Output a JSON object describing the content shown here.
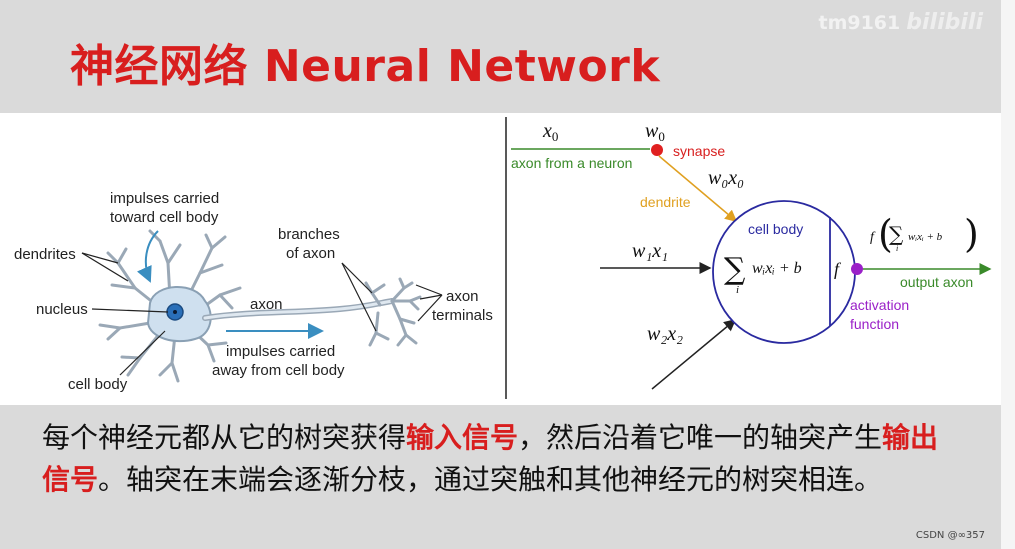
{
  "slide": {
    "title": "神经网络 Neural Network",
    "watermark_user": "tm9161",
    "watermark_brand": "bilibili",
    "csdn_mark": "CSDN @∞357"
  },
  "neuron_figure": {
    "labels": {
      "impulses_toward_1": "impulses carried",
      "impulses_toward_2": "toward cell body",
      "dendrites": "dendrites",
      "nucleus": "nucleus",
      "cell_body": "cell body",
      "branches_1": "branches",
      "branches_2": "of axon",
      "axon": "axon",
      "axon_terminals_1": "axon",
      "axon_terminals_2": "terminals",
      "impulses_away_1": "impulses carried",
      "impulses_away_2": "away from cell body"
    }
  },
  "model_figure": {
    "labels": {
      "x0": "x",
      "x0_sub": "0",
      "w0": "w",
      "w0_sub": "0",
      "synapse": "synapse",
      "axon_from_neuron": "axon from a neuron",
      "w0x0": "w₀x₀",
      "dendrite": "dendrite",
      "cell_body": "cell body",
      "w1x1": "w₁x₁",
      "sum_expr": "wᵢxᵢ + b",
      "sum_index": "i",
      "f": "f",
      "activation_output": "f",
      "activation_sum_expr": "wᵢxᵢ + b",
      "output_axon": "output axon",
      "activation_function_1": "activation",
      "activation_function_2": "function",
      "w2x2": "w₂x₂"
    },
    "colors": {
      "axon_in": "#3a8a2a",
      "synapse": "#e02020",
      "dendrite": "#e0a020",
      "cell": "#2a2aa0",
      "activation": "#9a20c8",
      "output": "#3a8a2a"
    }
  },
  "caption": {
    "part1": "每个神经元都从它的树突获得",
    "highlight1": "输入信号",
    "part2": "，然后沿着它唯一的轴突产生",
    "highlight2": "输出信号",
    "part3": "。轴突在末端会逐渐分枝，通过突触和其他神经元的树突相连。"
  }
}
